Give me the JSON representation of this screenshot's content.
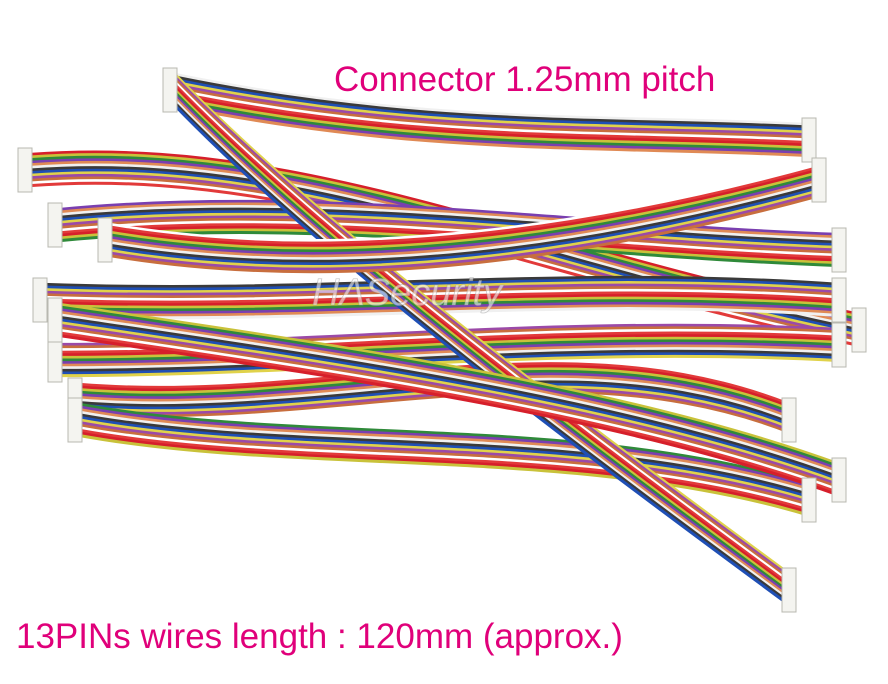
{
  "captions": {
    "top": "Connector 1.25mm pitch",
    "bottom": "13PINs wires length : 120mm (approx.)"
  },
  "watermark": "HASecurity",
  "colors": {
    "caption": "#e0007a",
    "wires": [
      "#d61f2b",
      "#c9c23a",
      "#2f8a3a",
      "#7a3fb0",
      "#e08a55",
      "#f0f0f0",
      "#3a3a3a",
      "#1f4fb5",
      "#e0d24a",
      "#9b4aa8",
      "#c86e3e",
      "#ffffff",
      "#e23a3a"
    ],
    "connector": "#f4f4f0"
  }
}
